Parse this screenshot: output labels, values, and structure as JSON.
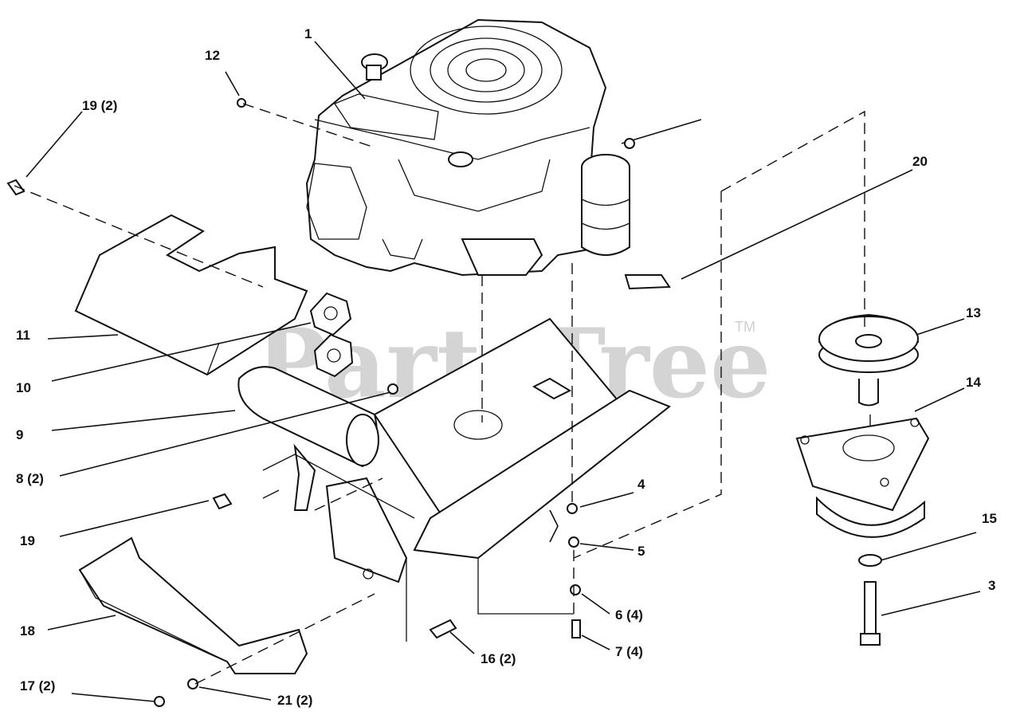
{
  "watermark": {
    "text": "PartsTree",
    "trademark": "TM"
  },
  "callouts": [
    {
      "id": "c1",
      "text": "1"
    },
    {
      "id": "c12",
      "text": "12"
    },
    {
      "id": "c19a",
      "text": "19 (2)"
    },
    {
      "id": "c20",
      "text": "20"
    },
    {
      "id": "c13",
      "text": "13"
    },
    {
      "id": "c14",
      "text": "14"
    },
    {
      "id": "c11",
      "text": "11"
    },
    {
      "id": "c10",
      "text": "10"
    },
    {
      "id": "c9",
      "text": "9"
    },
    {
      "id": "c8",
      "text": "8 (2)"
    },
    {
      "id": "c19b",
      "text": "19"
    },
    {
      "id": "c4",
      "text": "4"
    },
    {
      "id": "c5",
      "text": "5"
    },
    {
      "id": "c15",
      "text": "15"
    },
    {
      "id": "c3",
      "text": "3"
    },
    {
      "id": "c6",
      "text": "6 (4)"
    },
    {
      "id": "c7",
      "text": "7 (4)"
    },
    {
      "id": "c16",
      "text": "16 (2)"
    },
    {
      "id": "c18",
      "text": "18"
    },
    {
      "id": "c17",
      "text": "17 (2)"
    },
    {
      "id": "c21",
      "text": "21 (2)"
    }
  ]
}
